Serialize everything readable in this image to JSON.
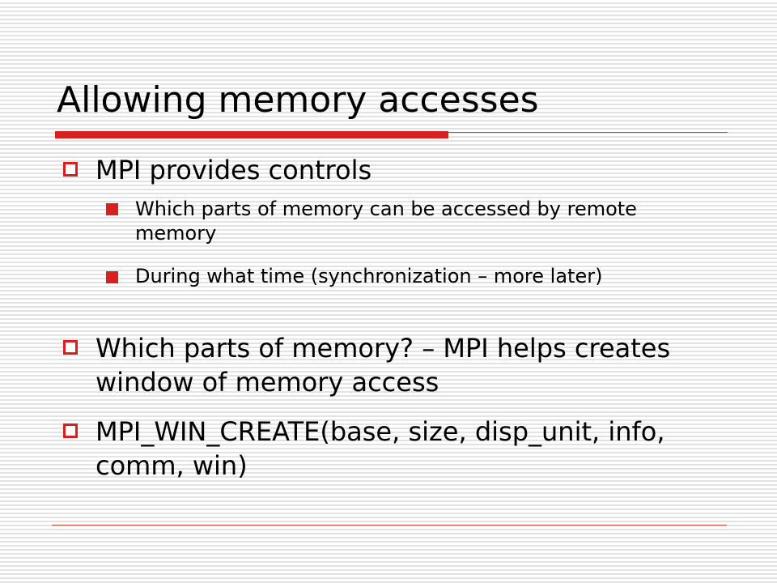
{
  "slide": {
    "title": "Allowing memory accesses",
    "colors": {
      "accent": "#d92020",
      "rule": "#c84848",
      "stripe": "#e3e3e3",
      "background": "#ffffff"
    },
    "bullets": [
      {
        "text": "MPI provides controls",
        "icon": "hollow-square-bullet-icon",
        "sub_items": [
          {
            "text": "Which parts of memory can be accessed by remote memory",
            "icon": "filled-square-bullet-icon"
          },
          {
            "text": "During what time (synchronization – more later)",
            "icon": "filled-square-bullet-icon"
          }
        ]
      },
      {
        "text": "Which parts of memory? – MPI helps creates window of memory access",
        "icon": "hollow-square-bullet-icon"
      },
      {
        "text": "MPI_WIN_CREATE(base, size, disp_unit, info, comm, win)",
        "icon": "hollow-square-bullet-icon"
      }
    ]
  }
}
